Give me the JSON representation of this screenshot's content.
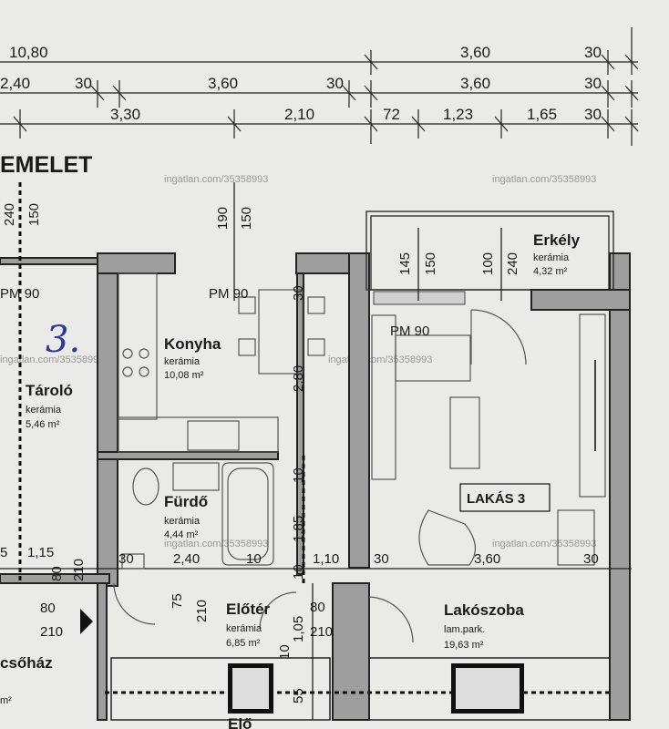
{
  "floor_title": "EMELET",
  "watermark": "ingatlan.com/35358993",
  "handwritten_note": "3.",
  "dimension_rows": {
    "row1": [
      "10,80",
      "3,60",
      "30"
    ],
    "row2": [
      "2,40",
      "30",
      "3,60",
      "30",
      "3,60",
      "30"
    ],
    "row3": [
      "3,30",
      "2,10",
      "72",
      "1,23",
      "1,65",
      "30"
    ]
  },
  "rooms": {
    "konyha": {
      "name": "Konyha",
      "material": "kerámia",
      "area": "10,08 m²"
    },
    "furdo": {
      "name": "Fürdő",
      "material": "kerámia",
      "area": "4,44 m²"
    },
    "taroló": {
      "name": "Tároló",
      "material": "kerámia",
      "area": "5,46 m²"
    },
    "eloter": {
      "name": "Előtér",
      "material": "kerámia",
      "area": "6,85 m²"
    },
    "lakoszoba": {
      "name": "Lakószoba",
      "material": "lam.park.",
      "area": "19,63 m²"
    },
    "erkely": {
      "name": "Erkély",
      "material": "kerámia",
      "area": "4,32 m²"
    },
    "lepcsohaz": {
      "name": "csőház",
      "area": "m²"
    },
    "bottom": {
      "name": "Elő"
    }
  },
  "unit_label": "LAKÁS 3",
  "pm_labels": [
    "PM 90",
    "PM 90",
    "PM 90"
  ],
  "inner_dims": {
    "v240_left": "240",
    "v150_left": "150",
    "v190": "190",
    "v150_mid": "150",
    "v145": "145",
    "v150_right": "150",
    "v100": "100",
    "v240_right": "240",
    "v30_kitchen": "30",
    "v280": "2,80",
    "v10_a": "10",
    "v185": "1,85",
    "v10_b": "10",
    "v105": "1,05",
    "v10_c": "10",
    "v55": "55",
    "h_row_left": [
      "5",
      "1,15",
      "80",
      "210"
    ],
    "h_row_mid": [
      "30",
      "2,40",
      "10",
      "1,10",
      "30",
      "3,60",
      "30"
    ],
    "door_80": "80",
    "door_210": "210",
    "door_75": "75",
    "door_210b": "210",
    "door_80b": "80",
    "door_210c": "210"
  }
}
